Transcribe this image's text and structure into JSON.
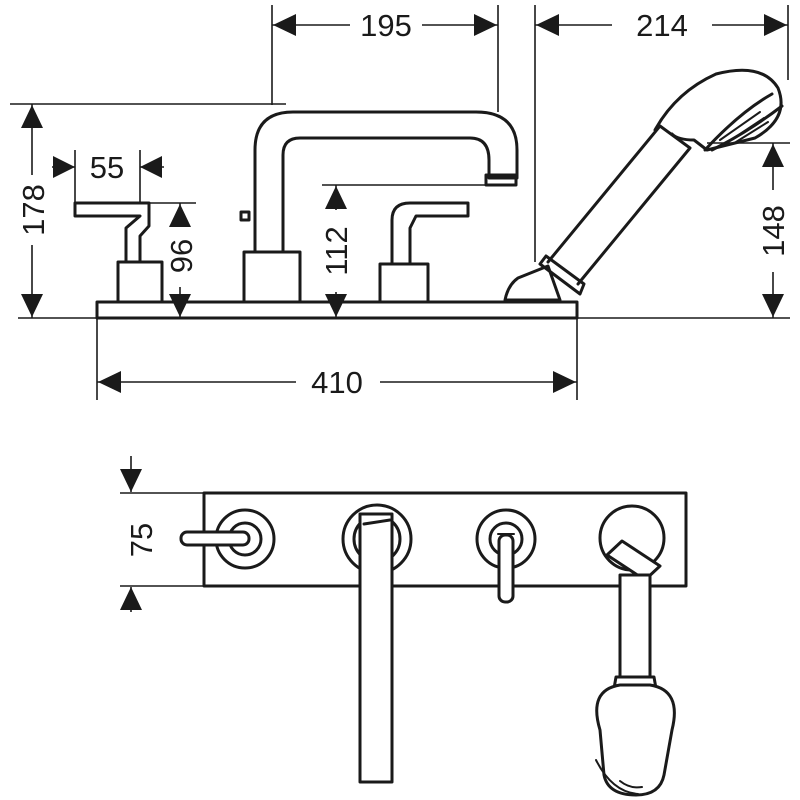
{
  "dimensions": {
    "spout_reach": "195",
    "handshower_width": "214",
    "overall_height": "178",
    "handle_width": "55",
    "handle_height": "96",
    "spout_height": "112",
    "handshower_height": "148",
    "plate_length": "410",
    "plate_depth": "75"
  }
}
